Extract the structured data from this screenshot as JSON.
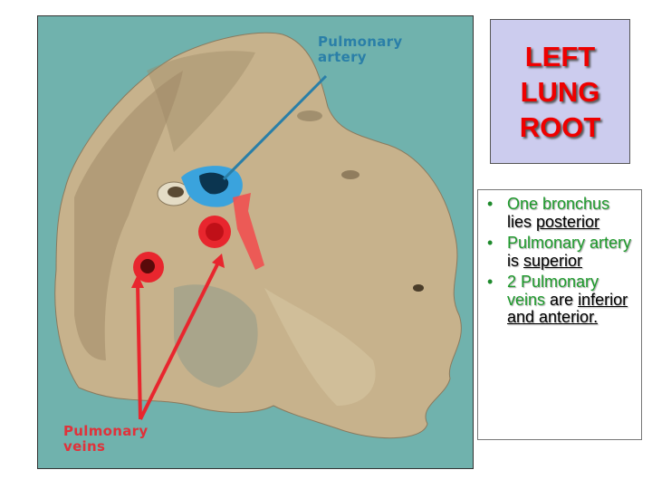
{
  "slide": {
    "title": "LEFT\nLUNG\nROOT",
    "figure": {
      "labels": {
        "pulmonary_artery": "Pulmonary\nartery",
        "pulmonary_veins": "Pulmonary\nveins"
      },
      "colors": {
        "background": "#70b2ad",
        "lung_tissue": "#c9b48f",
        "artery": "#3aa3dd",
        "vein": "#e8262e",
        "artery_label": "#2a7fa8",
        "vein_label": "#e0323a"
      }
    },
    "bullets": [
      {
        "green": "One bronchus",
        "plain": " lies ",
        "underline": "posterior"
      },
      {
        "green": "Pulmonary artery",
        "plain": " is ",
        "underline": "superior"
      },
      {
        "green": "2 Pulmonary veins",
        "plain": " are ",
        "underline": "inferior and anterior."
      }
    ],
    "colors": {
      "title_text": "#ee0000",
      "title_box": "#ccccee",
      "bullet_highlight": "#1e9a2c"
    }
  }
}
